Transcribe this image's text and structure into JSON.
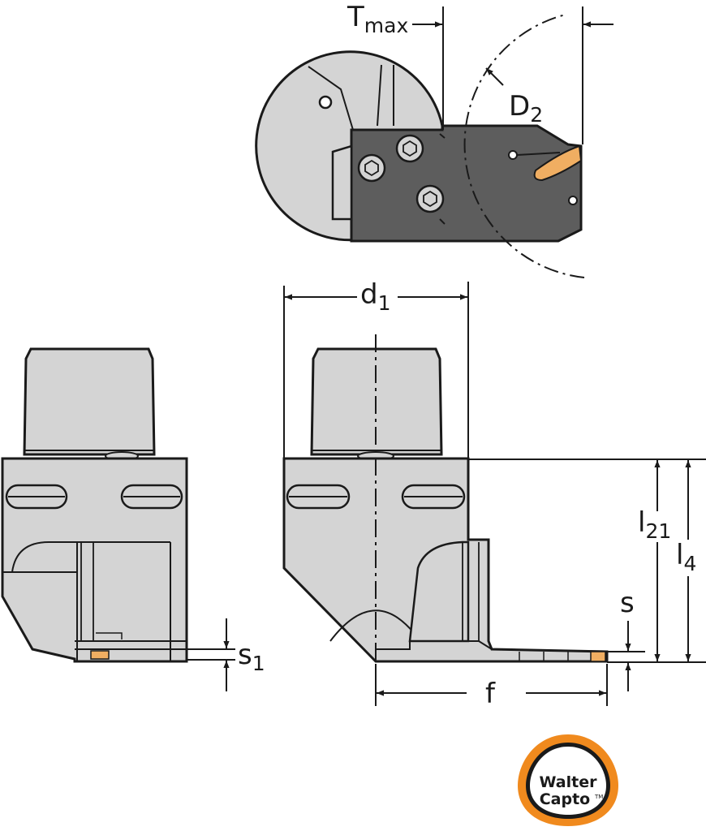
{
  "dimensions": {
    "tmax": {
      "main": "T",
      "sub": "max"
    },
    "d2": {
      "main": "D",
      "sub": "2"
    },
    "d1": {
      "main": "d",
      "sub": "1"
    },
    "l21": {
      "main": "l",
      "sub": "21"
    },
    "l4": {
      "main": "l",
      "sub": "4"
    },
    "s": {
      "main": "s"
    },
    "s1": {
      "main": "s",
      "sub": "1"
    },
    "f": {
      "main": "f"
    }
  },
  "logo": {
    "line1": "Walter",
    "line2": "Capto",
    "tm": "TM"
  },
  "colors": {
    "body": "#d4d4d4",
    "dark_body": "#5d5d5d",
    "insert": "#f0ae62",
    "outline": "#1a1a1a",
    "logo_ring": "#f08a1e"
  }
}
